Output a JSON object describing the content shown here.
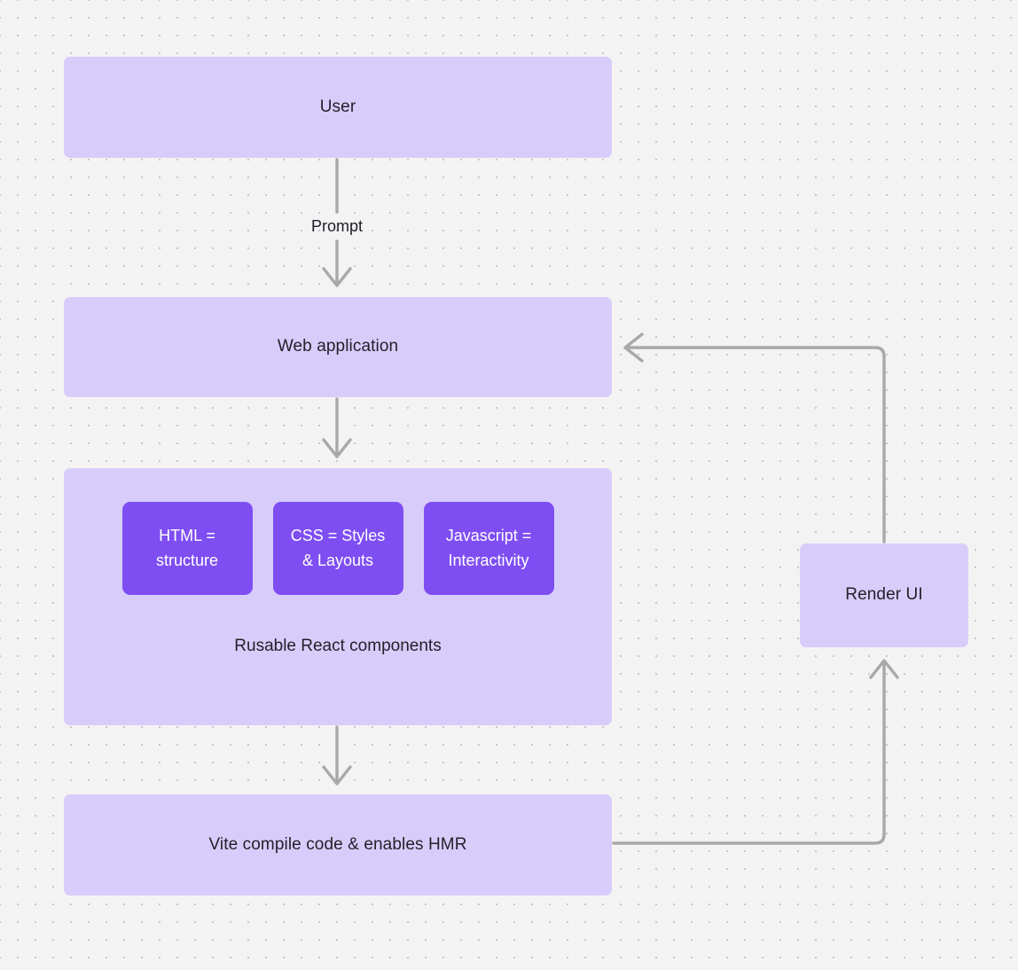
{
  "diagram": {
    "type": "flowchart",
    "background_color": "#f4f3f4",
    "node_fill": "#d8cdfa",
    "chip_fill": "#7e4ef2",
    "edge_color": "#a8a7a9",
    "text_color": "#22212b",
    "nodes": [
      {
        "id": "user",
        "label": "User"
      },
      {
        "id": "webapp",
        "label": "Web application"
      },
      {
        "id": "components",
        "caption": "Rusable React components"
      },
      {
        "id": "vite",
        "label": "Vite compile code & enables HMR"
      },
      {
        "id": "render",
        "label": "Render UI"
      }
    ],
    "chips": [
      {
        "id": "html",
        "label": "HTML =\nstructure",
        "line1": "HTML =",
        "line2": "structure"
      },
      {
        "id": "css",
        "label": "CSS = Styles\n& Layouts",
        "line1": "CSS = Styles",
        "line2": "& Layouts"
      },
      {
        "id": "javascript",
        "label": "Javascript =\nInteractivity",
        "line1": "Javascript =",
        "line2": "Interactivity"
      }
    ],
    "edges": [
      {
        "id": "user-to-webapp",
        "from": "user",
        "to": "webapp",
        "label": "Prompt",
        "direction": "down"
      },
      {
        "id": "webapp-to-components",
        "from": "webapp",
        "to": "components",
        "label": "",
        "direction": "down"
      },
      {
        "id": "components-to-vite",
        "from": "components",
        "to": "vite",
        "label": "",
        "direction": "down"
      },
      {
        "id": "vite-to-render",
        "from": "vite",
        "to": "render",
        "label": "",
        "direction": "up-right"
      },
      {
        "id": "render-to-webapp",
        "from": "render",
        "to": "webapp",
        "label": "",
        "direction": "left-up"
      }
    ]
  }
}
